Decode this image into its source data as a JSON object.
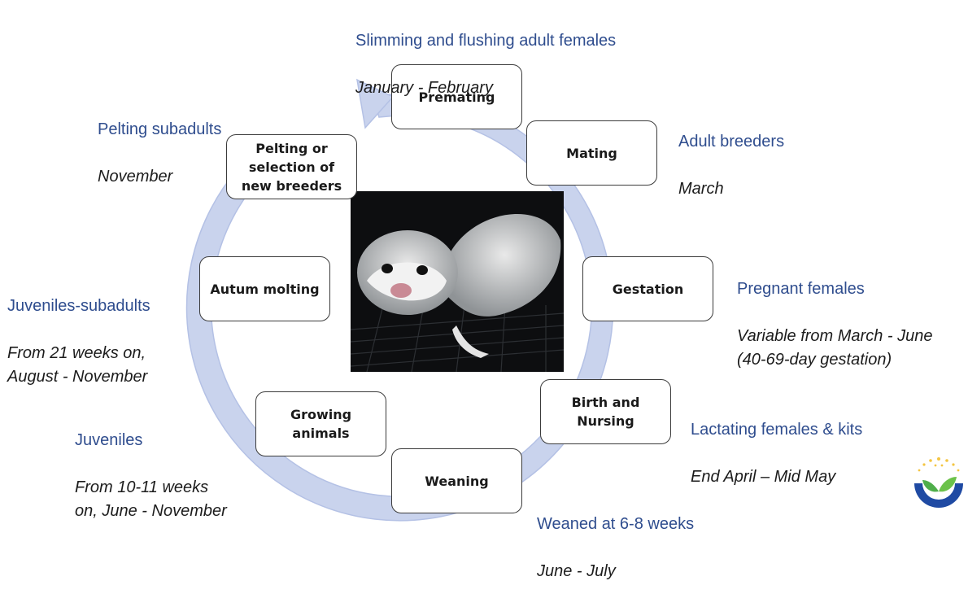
{
  "colors": {
    "ring": "#c9d3ed",
    "ring_stroke": "#b4c1e5",
    "heading": "#2f4d8e",
    "body_text": "#1c1c1c"
  },
  "stages": {
    "premating": "Premating",
    "mating": "Mating",
    "gestation": "Gestation",
    "birth_nursing": "Birth and\nNursing",
    "weaning": "Weaning",
    "growing": "Growing\nanimals",
    "autumn_molting": "Autum molting",
    "pelting": "Pelting or\nselection of\nnew breeders"
  },
  "annotations": {
    "slimming": {
      "heading": "Slimming and flushing adult females",
      "period": "January - February"
    },
    "adult_breeders": {
      "heading": "Adult breeders",
      "period": "March"
    },
    "pregnant": {
      "heading": "Pregnant females",
      "period": "Variable from March - June\n(40-69-day gestation)"
    },
    "lactating": {
      "heading": "Lactating females & kits",
      "period": "End April –  Mid May"
    },
    "weaned": {
      "heading": "Weaned at 6-8 weeks",
      "period": "June - July"
    },
    "juveniles": {
      "heading": "Juveniles",
      "period": "From 10-11 weeks\non, June - November"
    },
    "juveniles_subadults": {
      "heading": "Juveniles-subadults",
      "period": "From 21 weeks on,\nAugust - November"
    },
    "pelting_subadults": {
      "heading": "Pelting subadults",
      "period": "November"
    }
  },
  "photo": {
    "subject": "mink-photo"
  },
  "logo": {
    "icon": "leaf-in-cup-logo"
  }
}
